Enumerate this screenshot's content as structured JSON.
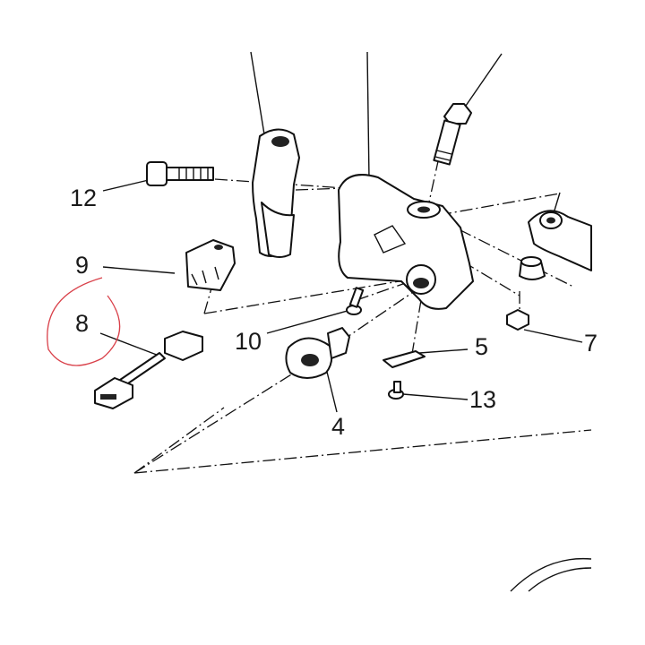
{
  "callouts": {
    "c12": "12",
    "c9": "9",
    "c8": "8",
    "c10": "10",
    "c5": "5",
    "c13": "13",
    "c4": "4",
    "c7": "7"
  },
  "colors": {
    "ink": "#111111",
    "highlight_circle": "#d9414a",
    "background": "#ffffff"
  }
}
